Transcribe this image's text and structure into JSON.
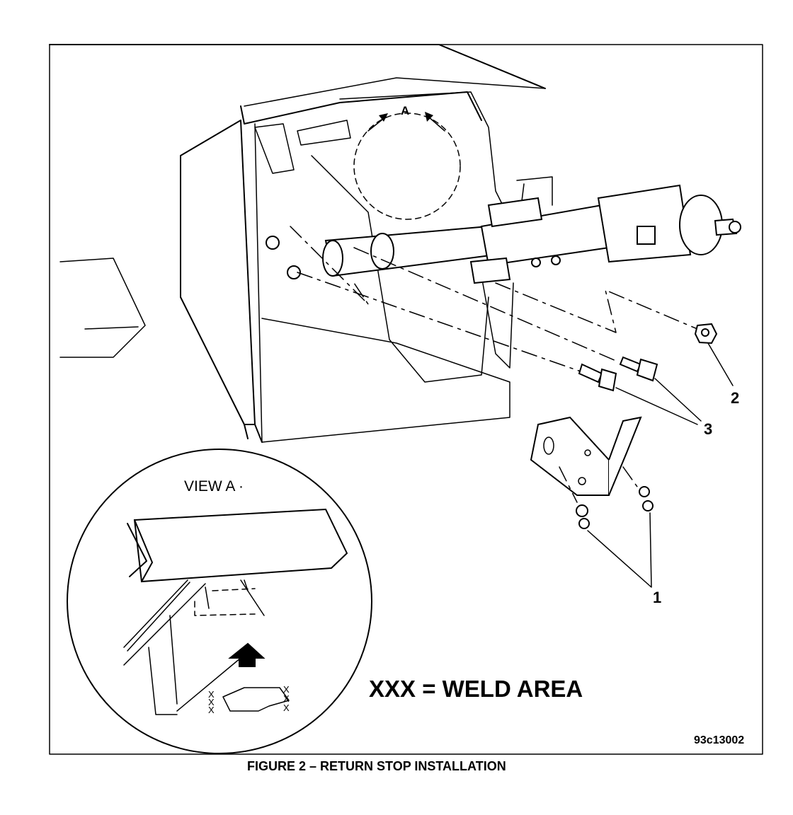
{
  "figure": {
    "caption": "FIGURE 2 – RETURN STOP INSTALLATION",
    "code": "93c13002",
    "view_marker": "A",
    "callouts": [
      "1",
      "2",
      "3"
    ],
    "inset_title": "VIEW A ·",
    "legend": "XXX = WELD AREA",
    "weld_marks": [
      "X",
      "X",
      "X",
      "X",
      "X",
      "X"
    ]
  }
}
